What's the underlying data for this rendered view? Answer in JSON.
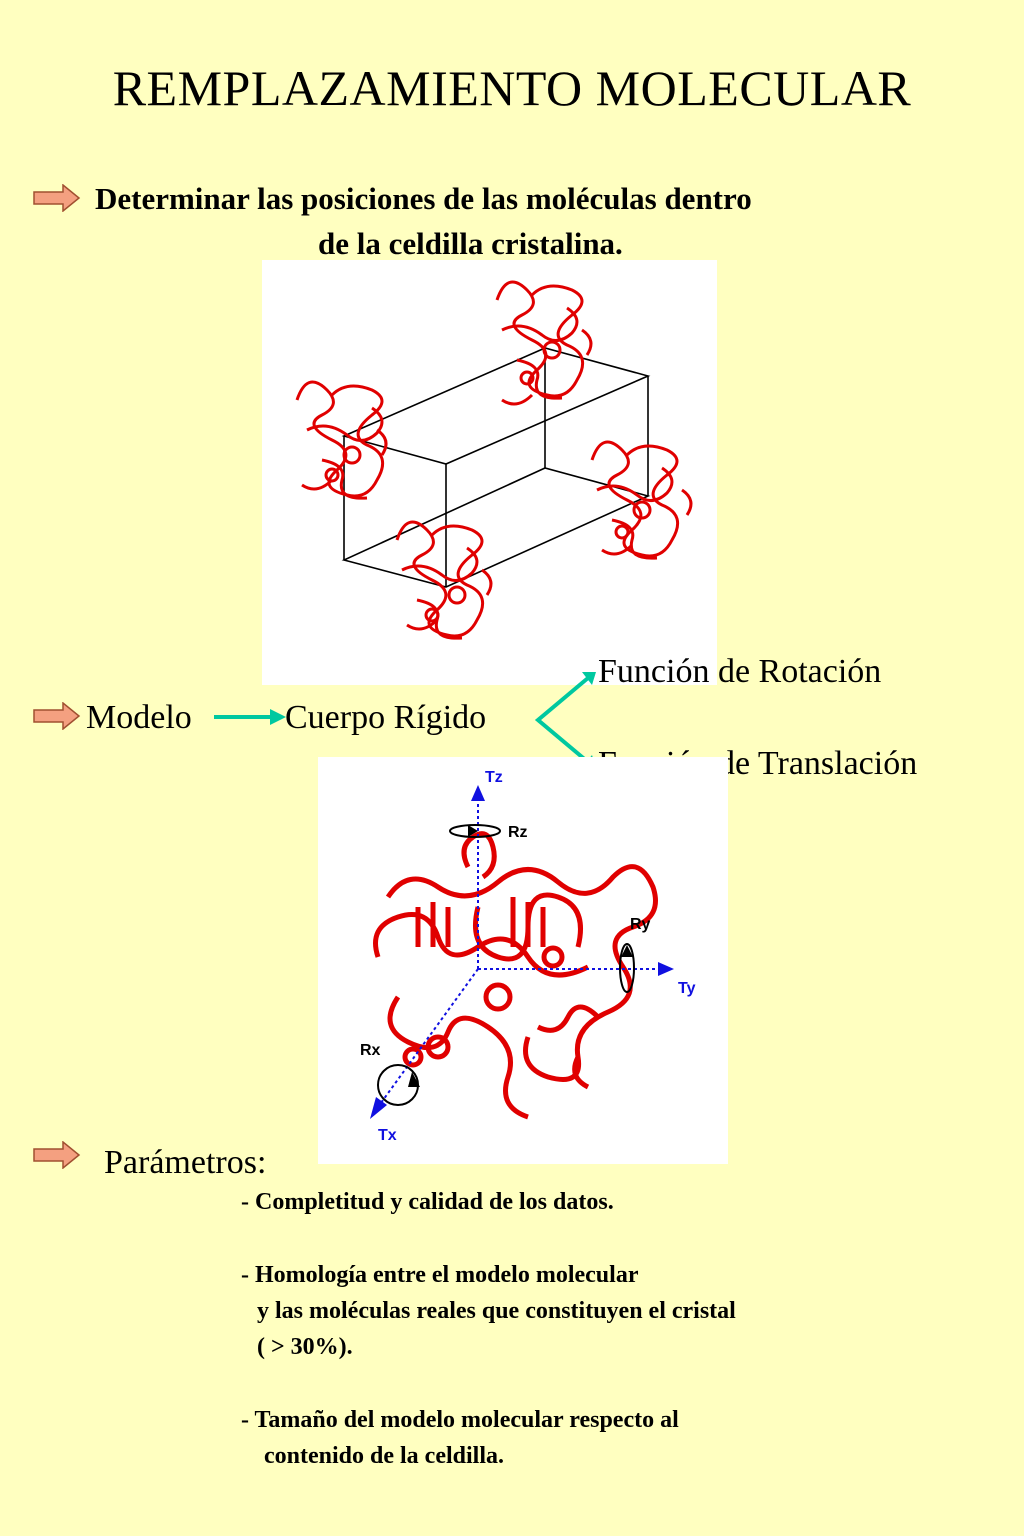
{
  "title": "REMPLAZAMIENTO MOLECULAR",
  "bullet1": {
    "line1": "Determinar las  posiciones de las moléculas dentro",
    "line2": "de la celdilla cristalina."
  },
  "bullet2": {
    "model": "Modelo",
    "rigid_body": "Cuerpo Rígido",
    "rotation": "Función de Rotación",
    "translation": "Función de Translación"
  },
  "axes": {
    "tz": "Tz",
    "rz": "Rz",
    "ry": "Ry",
    "ty": "Ty",
    "rx": "Rx",
    "tx": "Tx"
  },
  "bullet3": {
    "heading": "Parámetros:",
    "p1": "- Completitud y calidad de los datos.",
    "p2a": "- Homología entre el modelo molecular",
    "p2b": "y las moléculas reales que constituyen el cristal",
    "p2c": "( > 30%).",
    "p3a": "- Tamaño del modelo molecular respecto al",
    "p3b": "contenido de la celdilla."
  },
  "colors": {
    "background": "#FFFFC0",
    "bullet_arrow": "#F4A080",
    "protein": "#E00000",
    "connector": "#00C8A0",
    "axis": "#1010E0"
  },
  "icons": [
    "right-arrow-icon",
    "connector-arrow-icon"
  ]
}
